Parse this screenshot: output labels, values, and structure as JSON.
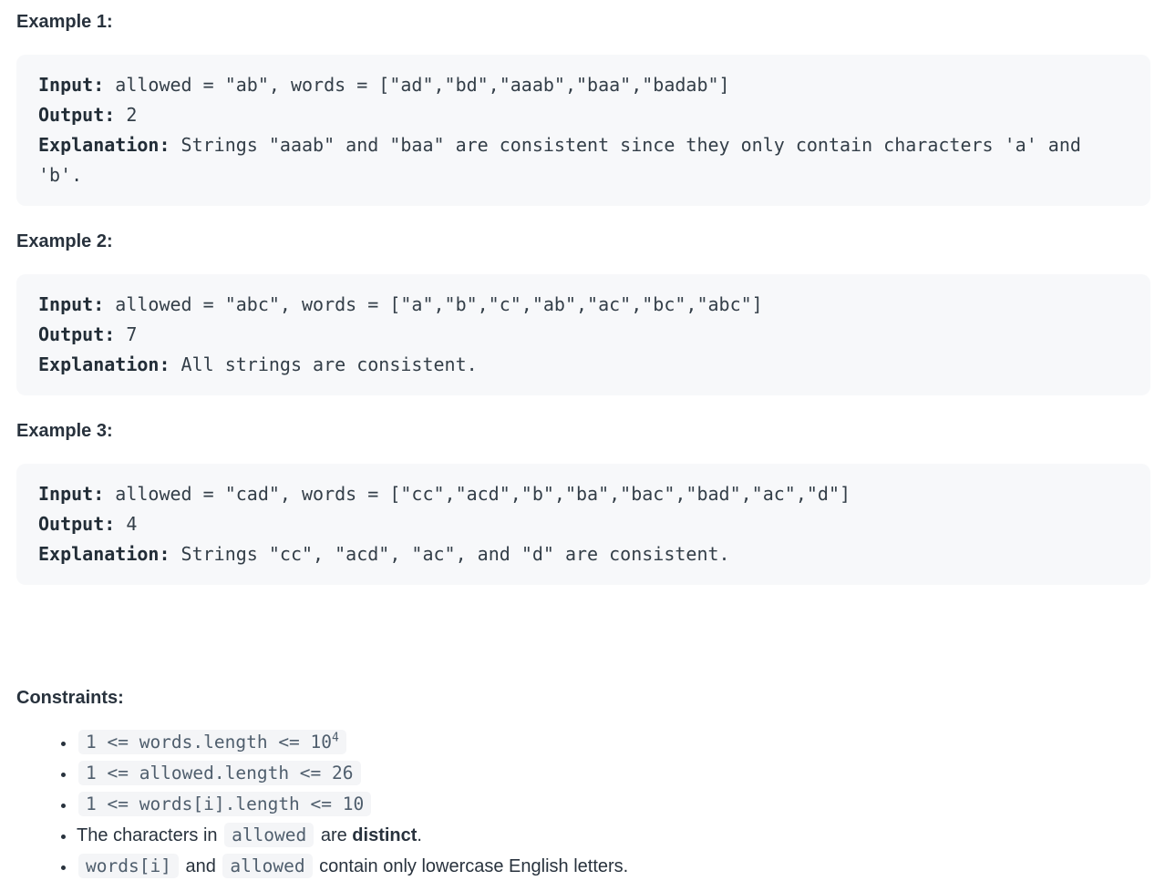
{
  "examples": [
    {
      "heading": "Example 1:",
      "input_label": "Input:",
      "input_value": " allowed = \"ab\", words = [\"ad\",\"bd\",\"aaab\",\"baa\",\"badab\"]",
      "output_label": "Output:",
      "output_value": " 2",
      "explanation_label": "Explanation:",
      "explanation_value": " Strings \"aaab\" and \"baa\" are consistent since they only contain characters 'a' and 'b'."
    },
    {
      "heading": "Example 2:",
      "input_label": "Input:",
      "input_value": " allowed = \"abc\", words = [\"a\",\"b\",\"c\",\"ab\",\"ac\",\"bc\",\"abc\"]",
      "output_label": "Output:",
      "output_value": " 7",
      "explanation_label": "Explanation:",
      "explanation_value": " All strings are consistent."
    },
    {
      "heading": "Example 3:",
      "input_label": "Input:",
      "input_value": " allowed = \"cad\", words = [\"cc\",\"acd\",\"b\",\"ba\",\"bac\",\"bad\",\"ac\",\"d\"]",
      "output_label": "Output:",
      "output_value": " 4",
      "explanation_label": "Explanation:",
      "explanation_value": " Strings \"cc\", \"acd\", \"ac\", and \"d\" are consistent."
    }
  ],
  "constraints": {
    "heading": "Constraints:",
    "items": [
      {
        "code": "1 <= words.length <= 10",
        "sup": "4"
      },
      {
        "code": "1 <= allowed.length <= 26"
      },
      {
        "code": "1 <= words[i].length <= 10"
      },
      {
        "text1": "The characters in ",
        "code1": "allowed",
        "text2": " are ",
        "bold": "distinct",
        "text3": "."
      },
      {
        "code1": "words[i]",
        "text1": " and ",
        "code2": "allowed",
        "text2": " contain only lowercase English letters."
      }
    ]
  },
  "colors": {
    "page_background": "#ffffff",
    "code_block_background": "#f7f8fa",
    "inline_code_background": "#f4f5f7",
    "body_text": "#28323d",
    "code_text": "#333e48",
    "inline_code_text": "#4f5e6d"
  }
}
